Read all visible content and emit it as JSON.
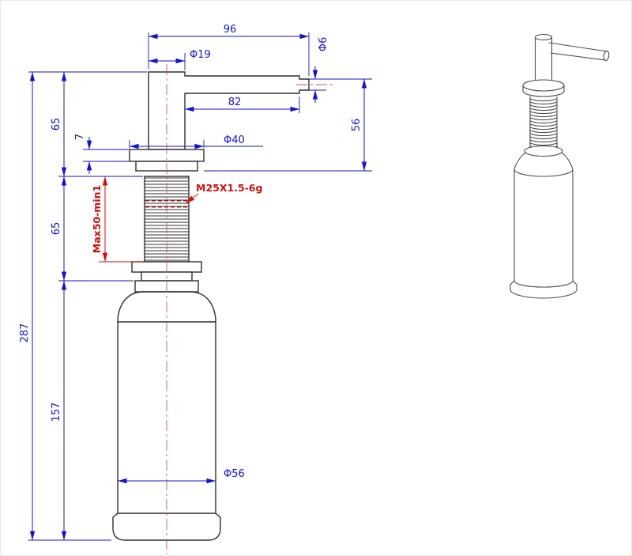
{
  "colors": {
    "dimension": "#1414cc",
    "annotation": "#cc1111",
    "outline": "#2f2f2f",
    "centerline": "#cc5555"
  },
  "dimensions": {
    "total_width": "96",
    "shaft_diameter": "Φ19",
    "spout_tip_diameter": "Φ6",
    "spout_length": "82",
    "head_to_flange_height": "56",
    "pump_head_height": "65",
    "flange_thickness": "7",
    "flange_diameter": "Φ40",
    "thread_spec": "M25X1.5-6g",
    "thread_travel": "Max50-min1",
    "thread_section_height": "65",
    "total_height": "287",
    "bottle_height": "157",
    "bottle_diameter": "Φ56"
  }
}
